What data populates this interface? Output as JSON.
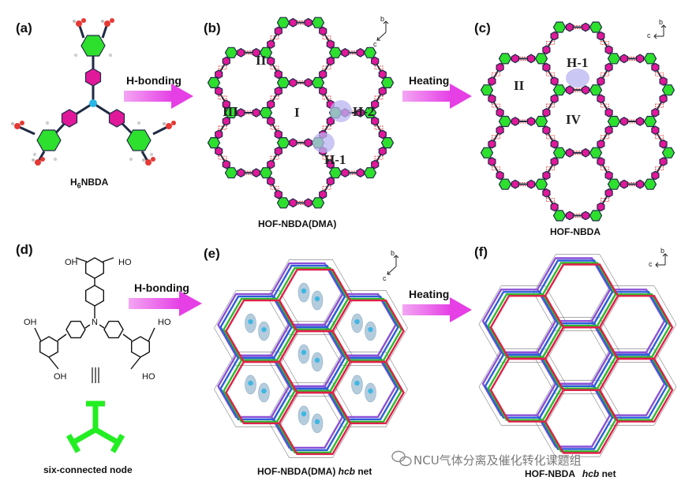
{
  "panels": {
    "a": {
      "label": "(a)",
      "caption": "H",
      "caption_sub": "6",
      "caption_rest": "NBDA"
    },
    "b": {
      "label": "(b)",
      "caption": "HOF-NBDA(DMA)",
      "pores": [
        "II",
        "III",
        "I"
      ],
      "sites": [
        "H-2",
        "H-1"
      ]
    },
    "c": {
      "label": "(c)",
      "caption": "HOF-NBDA",
      "pores": [
        "II",
        "IV"
      ],
      "sites": [
        "H-1"
      ]
    },
    "d": {
      "label": "(d)",
      "caption": "six-connected node",
      "groups": [
        "OH",
        "HO",
        "OH",
        "HO",
        "OH",
        "HO"
      ],
      "center_atom": "N"
    },
    "e": {
      "label": "(e)",
      "caption": "HOF-NBDA(DMA)",
      "caption_italic": "hcb",
      "caption_tail": "net"
    },
    "f": {
      "label": "(f)",
      "caption": "HOF-NBDA",
      "caption_italic": "hcb",
      "caption_tail": "net"
    }
  },
  "arrows": {
    "top_left": "H-bonding",
    "top_right": "Heating",
    "bottom_left": "H-bonding",
    "bottom_right": "Heating"
  },
  "axes": {
    "b": "b",
    "c": "c"
  },
  "watermark": "NCU气体分离及催化转化课题组",
  "colors": {
    "benzene_green": "#2ee02e",
    "benzene_magenta": "#e0189a",
    "nitrogen": "#29b6e6",
    "bond": "#1f2a44",
    "arrow": "#e85ce8",
    "net_red": "#e0204a",
    "net_blue": "#2c5fd8",
    "net_green": "#2dbb2d",
    "net_purple": "#8a4fd8",
    "node_green": "#22ee22",
    "highlight": "#b9b4f0"
  }
}
